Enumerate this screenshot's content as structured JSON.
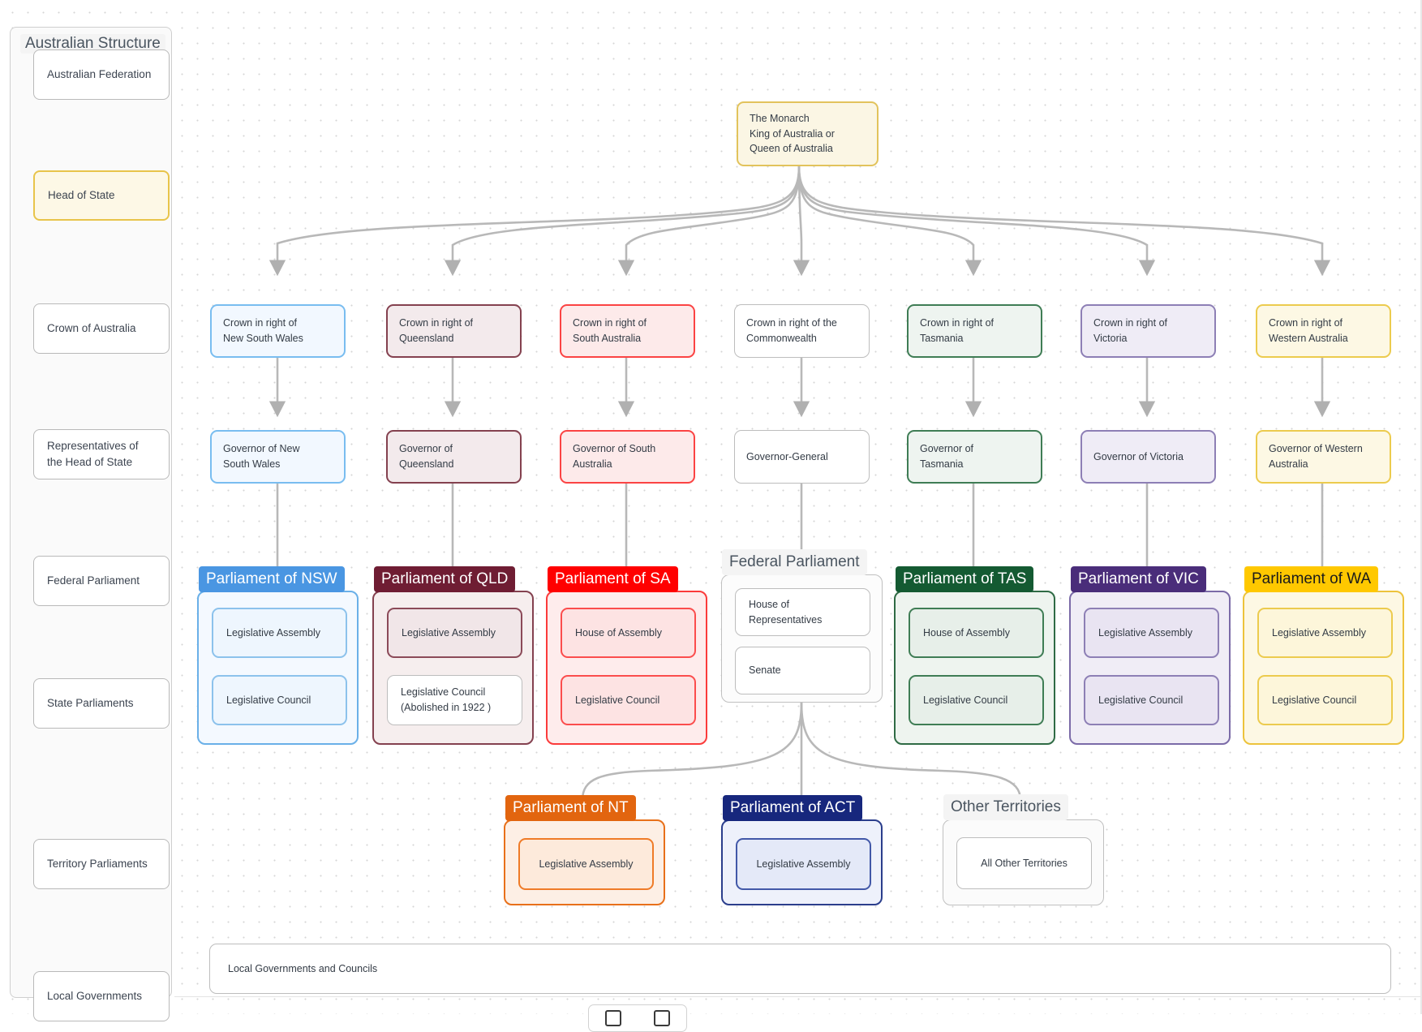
{
  "canvas": {
    "lane_panel_title": "Australian Structure"
  },
  "lanes": [
    {
      "id": "federation",
      "label": "Australian Federation"
    },
    {
      "id": "head-of-state",
      "label": "Head of State"
    },
    {
      "id": "crown",
      "label": "Crown of Australia"
    },
    {
      "id": "reps-of-head",
      "label": "Representatives of\nthe Head of State"
    },
    {
      "id": "federal-parliament",
      "label": "Federal Parliament"
    },
    {
      "id": "state-parliaments",
      "label": "State Parliaments"
    },
    {
      "id": "territory-parliaments",
      "label": "Territory Parliaments"
    },
    {
      "id": "local-governments",
      "label": "Local Governments"
    }
  ],
  "monarch": {
    "label": "The Monarch\nKing of Australia or\nQueen of Australia"
  },
  "crowns": [
    {
      "id": "nsw",
      "label": "Crown in right of\nNew South Wales"
    },
    {
      "id": "qld",
      "label": "Crown in right of\nQueensland"
    },
    {
      "id": "sa",
      "label": "Crown in right of\nSouth Australia"
    },
    {
      "id": "cth",
      "label": "Crown in right of the\nCommonwealth"
    },
    {
      "id": "tas",
      "label": "Crown in right of\nTasmania"
    },
    {
      "id": "vic",
      "label": "Crown in right of\nVictoria"
    },
    {
      "id": "wa",
      "label": "Crown in right of\nWestern Australia"
    }
  ],
  "governors": [
    {
      "id": "nsw",
      "label": "Governor of New\nSouth Wales"
    },
    {
      "id": "qld",
      "label": "Governor of\nQueensland"
    },
    {
      "id": "sa",
      "label": "Governor of South\nAustralia"
    },
    {
      "id": "cth",
      "label": "Governor-General"
    },
    {
      "id": "tas",
      "label": "Governor of\nTasmania"
    },
    {
      "id": "vic",
      "label": "Governor of Victoria"
    },
    {
      "id": "wa",
      "label": "Governor of Western\nAustralia"
    }
  ],
  "parliaments": [
    {
      "id": "nsw",
      "label": "Parliament of NSW",
      "accent": "#4a96e2",
      "chambers": [
        "Legislative Assembly",
        "Legislative Council"
      ]
    },
    {
      "id": "qld",
      "label": "Parliament of QLD",
      "accent": "#6f1d33",
      "chambers": [
        "Legislative Assembly",
        "Legislative Council\n(Abolished in 1922 )"
      ]
    },
    {
      "id": "sa",
      "label": "Parliament of SA",
      "accent": "#ff0000",
      "chambers": [
        "House of Assembly",
        "Legislative Council"
      ]
    },
    {
      "id": "federal",
      "label": "Federal Parliament",
      "accent": "#f4f4f4",
      "chambers": [
        "House of\nRepresentatives",
        "Senate"
      ]
    },
    {
      "id": "tas",
      "label": "Parliament of TAS",
      "accent": "#145a32",
      "chambers": [
        "House of Assembly",
        "Legislative Council"
      ]
    },
    {
      "id": "vic",
      "label": "Parliament of VIC",
      "accent": "#4a2d7a",
      "chambers": [
        "Legislative Assembly",
        "Legislative Council"
      ]
    },
    {
      "id": "wa",
      "label": "Parliament of WA",
      "accent": "#ffc800",
      "chambers": [
        "Legislative Assembly",
        "Legislative Council"
      ]
    }
  ],
  "territories": [
    {
      "id": "nt",
      "label": "Parliament of NT",
      "accent": "#e2650f",
      "chambers": [
        "Legislative Assembly"
      ]
    },
    {
      "id": "act",
      "label": "Parliament of ACT",
      "accent": "#17277d",
      "chambers": [
        "Legislative Assembly"
      ]
    },
    {
      "id": "other",
      "label": "Other Territories",
      "accent": "#f4f4f4",
      "chambers": [
        "All Other Territories"
      ]
    }
  ],
  "local": {
    "label": "Local Governments and Councils"
  },
  "toolbar": {
    "buttons": [
      "minus-icon",
      "minus-icon"
    ]
  }
}
